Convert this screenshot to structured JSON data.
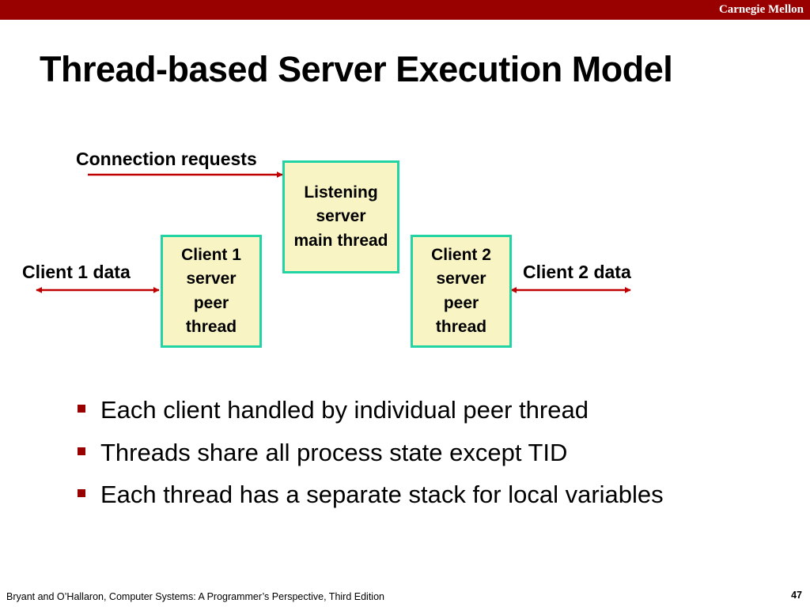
{
  "header": {
    "brand": "Carnegie Mellon"
  },
  "title": "Thread-based Server Execution Model",
  "diagram": {
    "connection_label": "Connection requests",
    "main_box": [
      "Listening",
      "server",
      "main thread"
    ],
    "client1_box": [
      "Client 1",
      "server",
      "peer",
      "thread"
    ],
    "client2_box": [
      "Client 2",
      "server",
      "peer",
      "thread"
    ],
    "client1_data": "Client 1 data",
    "client2_data": "Client 2 data"
  },
  "bullets": [
    "Each client handled by individual peer thread",
    "Threads share all process state except TID",
    "Each thread has a separate stack for local variables"
  ],
  "footer": {
    "citation": "Bryant and O’Hallaron, Computer Systems: A Programmer’s Perspective, Third Edition",
    "page_number": "47"
  },
  "colors": {
    "header_bar": "#990000",
    "box_fill": "#f8f4c4",
    "box_border": "#22d3a4",
    "arrow": "#c00000",
    "bullet": "#990000"
  }
}
